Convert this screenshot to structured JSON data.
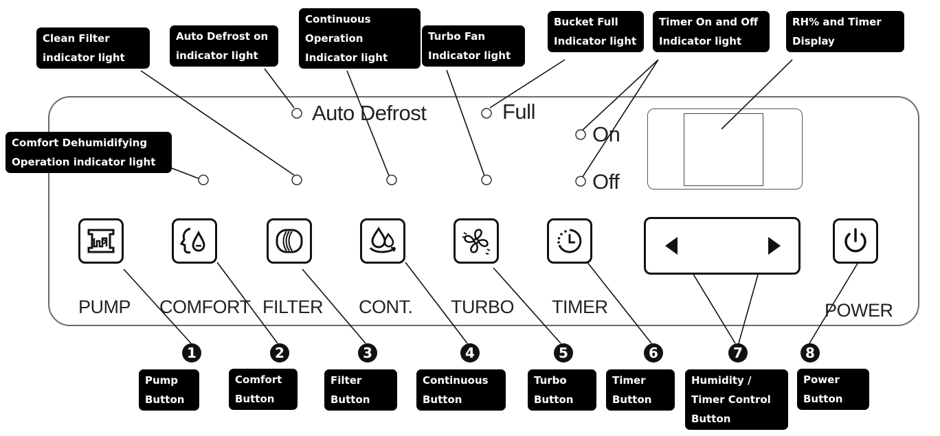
{
  "callouts": {
    "clean_filter": [
      "Clean Filter",
      "indicator light"
    ],
    "auto_defrost": [
      "Auto Defrost on",
      "indicator light"
    ],
    "continuous_op": [
      "Continuous",
      "Operation",
      "Indicator light"
    ],
    "turbo_fan": [
      "Turbo Fan",
      "Indicator light"
    ],
    "bucket_full": [
      "Bucket Full",
      "Indicator light"
    ],
    "timer_onoff": [
      "Timer On and Off",
      "Indicator light"
    ],
    "rh_display": [
      "RH% and Timer",
      "Display"
    ],
    "comfort_dehum": [
      "Comfort Dehumidifying",
      "Operation indicator light"
    ],
    "pump_btn": [
      "Pump",
      "Button"
    ],
    "comfort_btn": [
      "Comfort",
      "Button"
    ],
    "filter_btn": [
      "Filter",
      "Button"
    ],
    "continuous_btn": [
      "Continuous",
      "Button"
    ],
    "turbo_btn": [
      "Turbo",
      "Button"
    ],
    "timer_btn": [
      "Timer",
      "Button"
    ],
    "humidity_timer_btn": [
      "Humidity /",
      "Timer Control",
      "Button"
    ],
    "power_btn": [
      "Power",
      "Button"
    ]
  },
  "indicator_labels": {
    "auto_defrost": "Auto Defrost",
    "full": "Full",
    "on": "On",
    "off": "Off"
  },
  "button_labels": {
    "pump": "PUMP",
    "comfort": "COMFORT",
    "filter": "FILTER",
    "cont": "CONT.",
    "turbo": "TURBO",
    "timer": "TIMER",
    "power": "POWER"
  },
  "numbers": [
    "1",
    "2",
    "3",
    "4",
    "5",
    "6",
    "7",
    "8"
  ],
  "icons": [
    "pump-icon",
    "comfort-icon",
    "filter-icon",
    "continuous-icon",
    "turbo-fan-icon",
    "timer-icon",
    "left-arrow-icon",
    "right-arrow-icon",
    "power-icon"
  ]
}
